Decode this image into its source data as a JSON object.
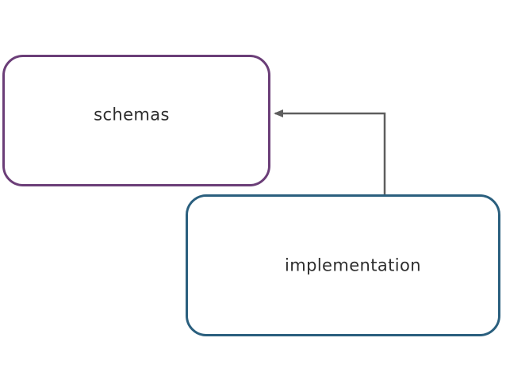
{
  "diagram": {
    "background": "#ffffff",
    "text_color": "#2e2e2e",
    "nodes": [
      {
        "id": "schemas",
        "label": "schemas",
        "shape": "rounded-rectangle",
        "border_color": "#6b3e78",
        "fill_color": "#ffffff"
      },
      {
        "id": "implementation",
        "label": "implementation",
        "shape": "rounded-rectangle",
        "border_color": "#2a5f7e",
        "fill_color": "#ffffff"
      }
    ],
    "edges": [
      {
        "from": "implementation",
        "to": "schemas",
        "style": "orthogonal",
        "color": "#5e5e5e",
        "arrowhead": "solid-triangle-at-target"
      }
    ]
  }
}
